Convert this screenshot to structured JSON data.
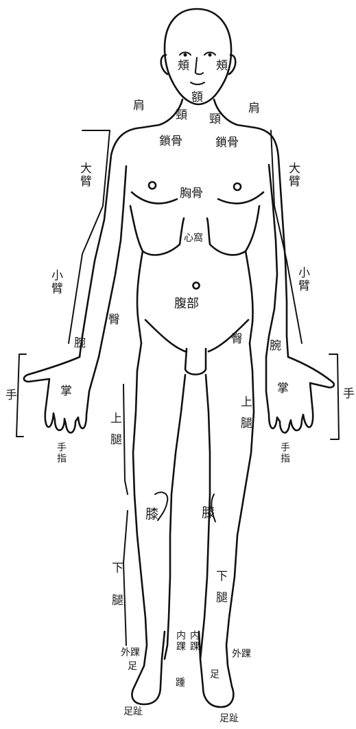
{
  "labels": {
    "jia_l": "頰",
    "jia_r": "頰",
    "e": "額",
    "jing_l": "頸",
    "jing_r": "頸",
    "jian_l": "肩",
    "jian_r": "肩",
    "suogu_l": "鎖骨",
    "suogu_r": "鎖骨",
    "xionggu": "胸骨",
    "xinwo": "心窩",
    "dabi_l": "大臂",
    "dabi_r": "大臂",
    "xiaobi_l": "小臂",
    "xiaobi_r": "小臂",
    "fubu": "腹部",
    "tun_l": "臀",
    "tun_r": "臀",
    "wan_l": "腕",
    "wan_r": "腕",
    "zhang_l": "掌",
    "zhang_r": "掌",
    "shou_l": "手",
    "shou_r": "手",
    "shouzhi_l": "手指",
    "shouzhi_r": "手指",
    "shangtui_l": "上腿",
    "shangtui_r": "上腿",
    "xi_l": "膝",
    "xi_r": "膝",
    "xiatui_l": "下腿",
    "xiatui_r": "下腿",
    "neihuai_l": "内踝",
    "neihuai_r": "内踝",
    "waihuai_l": "外踝",
    "waihuai_r": "外踝",
    "zu_l": "足",
    "zu_r": "足",
    "zhong": "踵",
    "zuzhi_l": "足趾",
    "zuzhi_r": "足趾"
  }
}
